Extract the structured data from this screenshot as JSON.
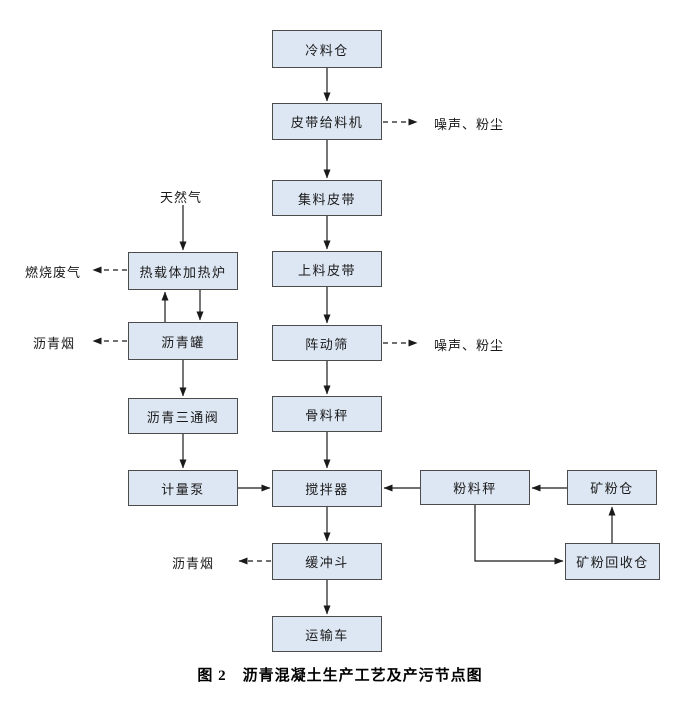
{
  "diagram": {
    "caption": "图 2　沥青混凝土生产工艺及产污节点图",
    "colors": {
      "box_fill": "#dde7f3",
      "box_border": "#4c4c4c",
      "arrow": "#1a1a1a",
      "background": "#ffffff"
    },
    "nodes": {
      "cold_bin": {
        "label": "冷料仓"
      },
      "belt_feeder": {
        "label": "皮带给料机"
      },
      "collect_belt": {
        "label": "集料皮带"
      },
      "feed_belt": {
        "label": "上料皮带"
      },
      "vib_screen": {
        "label": "阵动筛"
      },
      "agg_scale": {
        "label": "骨料秤"
      },
      "mixer": {
        "label": "搅拌器"
      },
      "buffer_hopper": {
        "label": "缓冲斗"
      },
      "truck": {
        "label": "运输车"
      },
      "heater": {
        "label": "热载体加热炉"
      },
      "asphalt_tank": {
        "label": "沥青罐"
      },
      "three_way_valve": {
        "label": "沥青三通阀"
      },
      "metering_pump": {
        "label": "计量泵"
      },
      "powder_scale": {
        "label": "粉料秤"
      },
      "mineral_powder_bin": {
        "label": "矿粉仓"
      },
      "recovery_bin": {
        "label": "矿粉回收仓"
      }
    },
    "annotations": {
      "natural_gas": "天然气",
      "combustion_exhaust": "燃烧废气",
      "asphalt_fume_tank": "沥青烟",
      "asphalt_fume_hopper": "沥青烟",
      "noise_dust_feeder": "噪声、粉尘",
      "noise_dust_screen": "噪声、粉尘"
    }
  }
}
